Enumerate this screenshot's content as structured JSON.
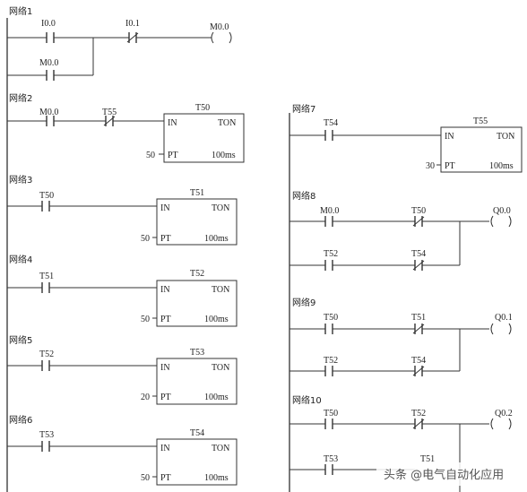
{
  "networks": {
    "n1": {
      "title": "网络1",
      "contact1": "I0.0",
      "contact2": "I0.1",
      "coil": "M0.0",
      "parallel": "M0.0"
    },
    "n2": {
      "title": "网络2",
      "contact1": "M0.0",
      "contact2": "T55",
      "timer": "T50",
      "in": "IN",
      "type": "TON",
      "preset": "50",
      "pt": "PT",
      "res": "100ms"
    },
    "n3": {
      "title": "网络3",
      "contact1": "T50",
      "timer": "T51",
      "in": "IN",
      "type": "TON",
      "preset": "50",
      "pt": "PT",
      "res": "100ms"
    },
    "n4": {
      "title": "网络4",
      "contact1": "T51",
      "timer": "T52",
      "in": "IN",
      "type": "TON",
      "preset": "50",
      "pt": "PT",
      "res": "100ms"
    },
    "n5": {
      "title": "网络5",
      "contact1": "T52",
      "timer": "T53",
      "in": "IN",
      "type": "TON",
      "preset": "20",
      "pt": "PT",
      "res": "100ms"
    },
    "n6": {
      "title": "网络6",
      "contact1": "T53",
      "timer": "T54",
      "in": "IN",
      "type": "TON",
      "preset": "50",
      "pt": "PT",
      "res": "100ms"
    },
    "n7": {
      "title": "网络7",
      "contact1": "T54",
      "timer": "T55",
      "in": "IN",
      "type": "TON",
      "preset": "30",
      "pt": "PT",
      "res": "100ms"
    },
    "n8": {
      "title": "网络8",
      "contact1": "M0.0",
      "contact2": "T50",
      "coil": "Q0.0",
      "contact3": "T52",
      "contact4": "T54"
    },
    "n9": {
      "title": "网络9",
      "contact1": "T50",
      "contact2": "T51",
      "coil": "Q0.1",
      "contact3": "T52",
      "contact4": "T54"
    },
    "n10": {
      "title": "网络10",
      "contact1": "T50",
      "contact2": "T52",
      "coil": "Q0.2",
      "contact3": "T53",
      "contact4": "T51"
    }
  },
  "watermark": "头条 @电气自动化应用"
}
